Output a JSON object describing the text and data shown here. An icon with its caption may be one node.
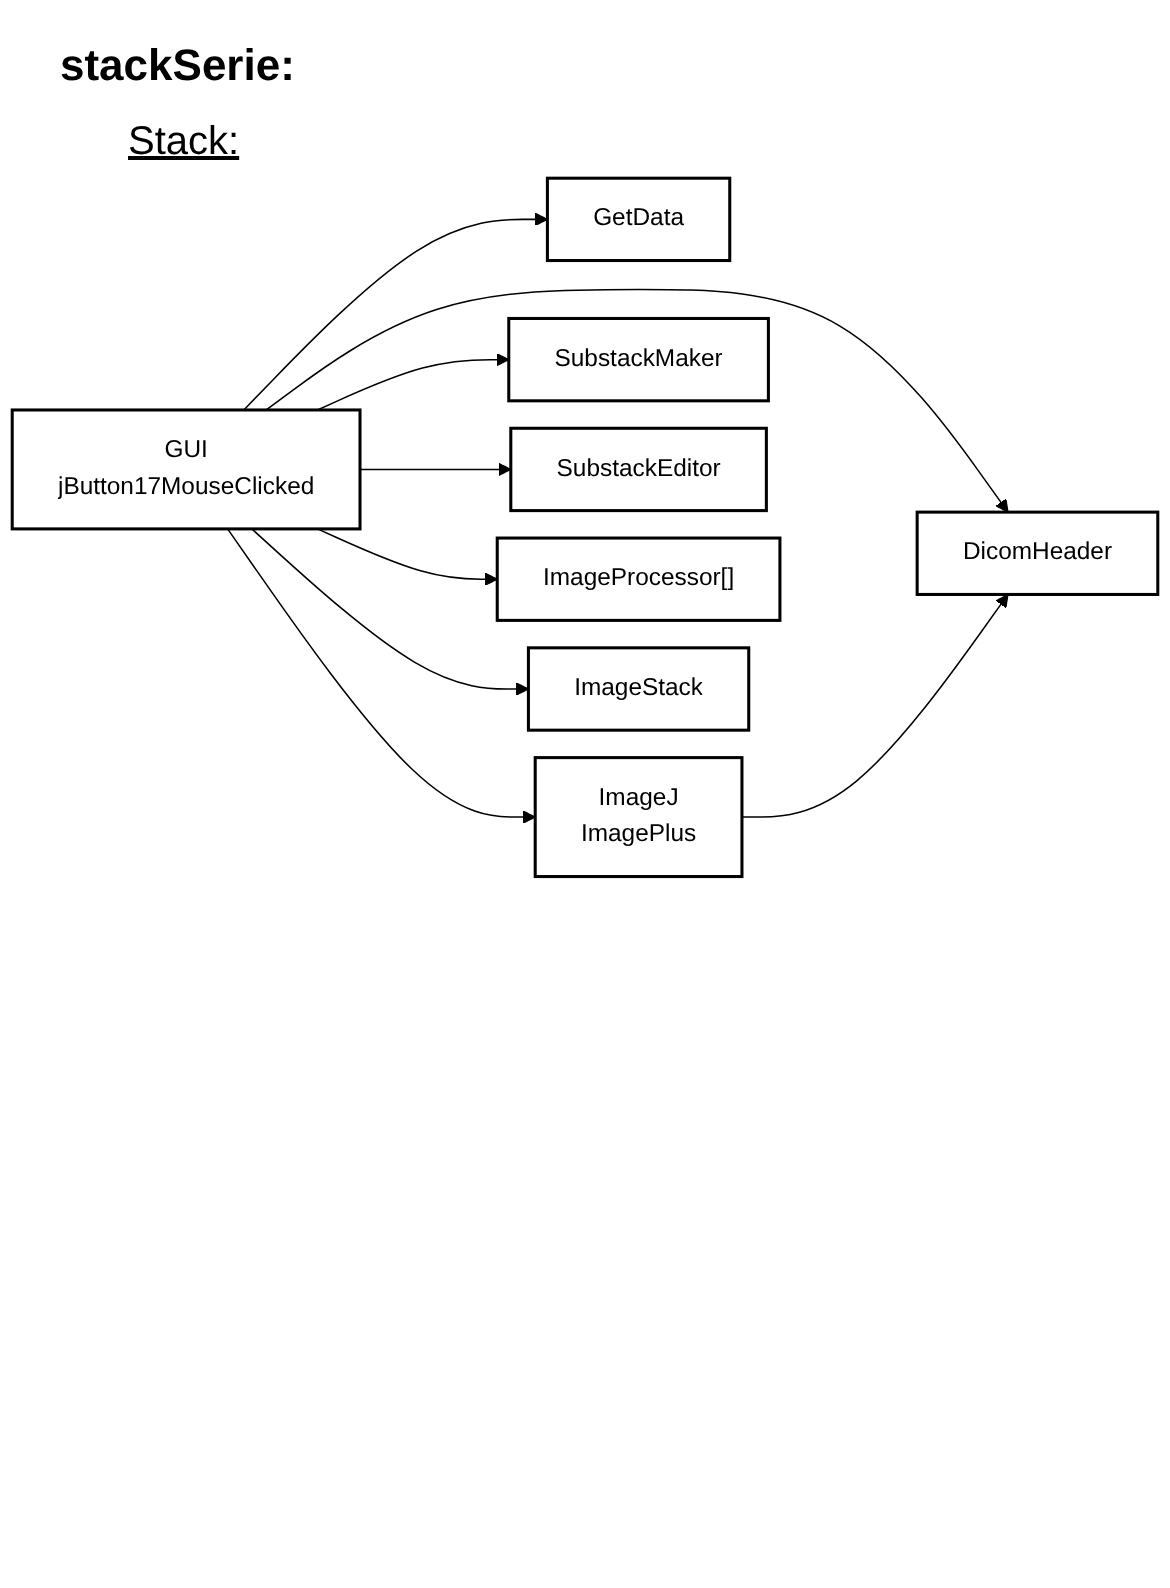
{
  "diagram": {
    "title": "stackSerie:",
    "nodes": [
      {
        "text": [
          "GUI",
          "jButton17MouseClicked"
        ]
      },
      {
        "text": [
          "GetData"
        ]
      },
      {
        "text": [
          "ImageJ",
          "ImagePlus"
        ]
      },
      {
        "text": [
          "DicomHeader"
        ]
      },
      {
        "text": [
          "SubstackMaker"
        ]
      },
      {
        "text": [
          "SubstackEditor"
        ]
      },
      {
        "text": [
          "ImageProcessor[]"
        ]
      },
      {
        "text": [
          "ImageStack"
        ]
      }
    ],
    "edges": [
      {
        "from": 0,
        "to": 1,
        "arrow": "to"
      },
      {
        "from": 0,
        "to": 2,
        "arrow": "to"
      },
      {
        "from": 0,
        "to": 3,
        "arrow": "to"
      },
      {
        "from": 0,
        "to": 4,
        "arrow": "to"
      },
      {
        "from": 0,
        "to": 5,
        "arrow": "to"
      },
      {
        "from": 0,
        "to": 6,
        "arrow": "to"
      },
      {
        "from": 0,
        "to": 7,
        "arrow": "to"
      },
      {
        "from": 2,
        "to": 3,
        "arrow": "to"
      }
    ],
    "labels": [
      "Stack:"
    ]
  }
}
